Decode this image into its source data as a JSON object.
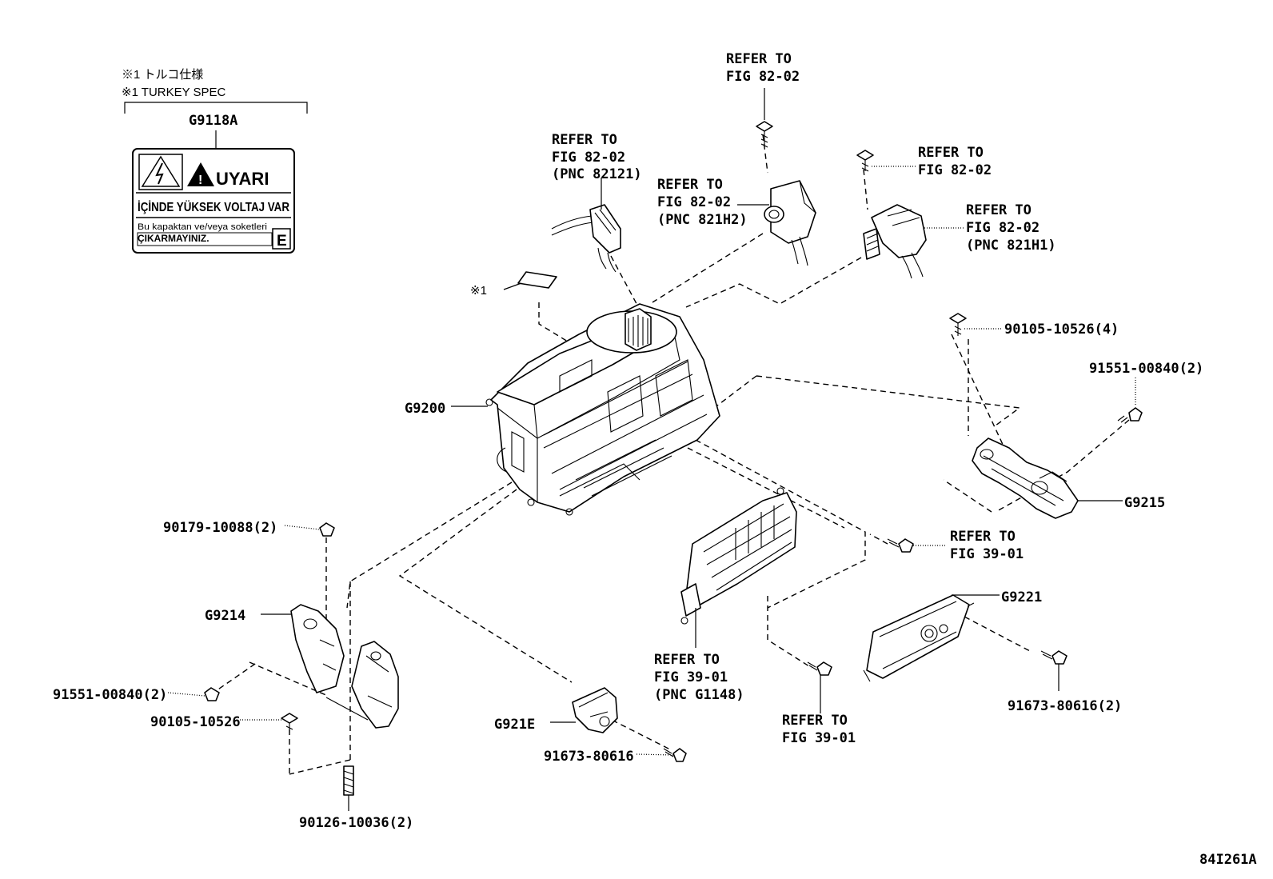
{
  "note": {
    "line1": "※1 トルコ仕様",
    "line2": "※1 TURKEY SPEC",
    "part": "G9118A"
  },
  "warning_label": {
    "uyari": "UYARI",
    "line1": "İÇİNDE YÜKSEK VOLTAJ VAR",
    "line2": "Bu kapaktan ve/veya soketleri",
    "line3": "ÇIKARMAYINIZ.",
    "letter": "E"
  },
  "callouts": {
    "note_ref": "※1",
    "inverter": "G9200",
    "bracket_left": "G9214",
    "bracket_right": "G9215",
    "cover_small": "G921E",
    "cover_plate": "G9221",
    "refer_82121": [
      "REFER TO",
      "FIG 82-02",
      "(PNC 82121)"
    ],
    "refer_top_bolt": [
      "REFER TO",
      "FIG 82-02"
    ],
    "refer_821h2": [
      "REFER TO",
      "FIG 82-02",
      "(PNC 821H2)"
    ],
    "refer_right_bolt": [
      "REFER TO",
      "FIG 82-02"
    ],
    "refer_821h1": [
      "REFER TO",
      "FIG 82-02",
      "(PNC 821H1)"
    ],
    "refer_3901_a": [
      "REFER TO",
      "FIG 39-01"
    ],
    "refer_g1148": [
      "REFER TO",
      "FIG 39-01",
      "(PNC G1148)"
    ],
    "refer_3901_b": [
      "REFER TO",
      "FIG 39-01"
    ],
    "pn_90105_4": "90105-10526(4)",
    "pn_91551_right": "91551-00840(2)",
    "pn_90179": "90179-10088(2)",
    "pn_91551_left": "91551-00840(2)",
    "pn_90105": "90105-10526",
    "pn_90126": "90126-10036(2)",
    "pn_91673_single": "91673-80616",
    "pn_91673_double": "91673-80616(2)"
  },
  "figure_id": "84I261A"
}
